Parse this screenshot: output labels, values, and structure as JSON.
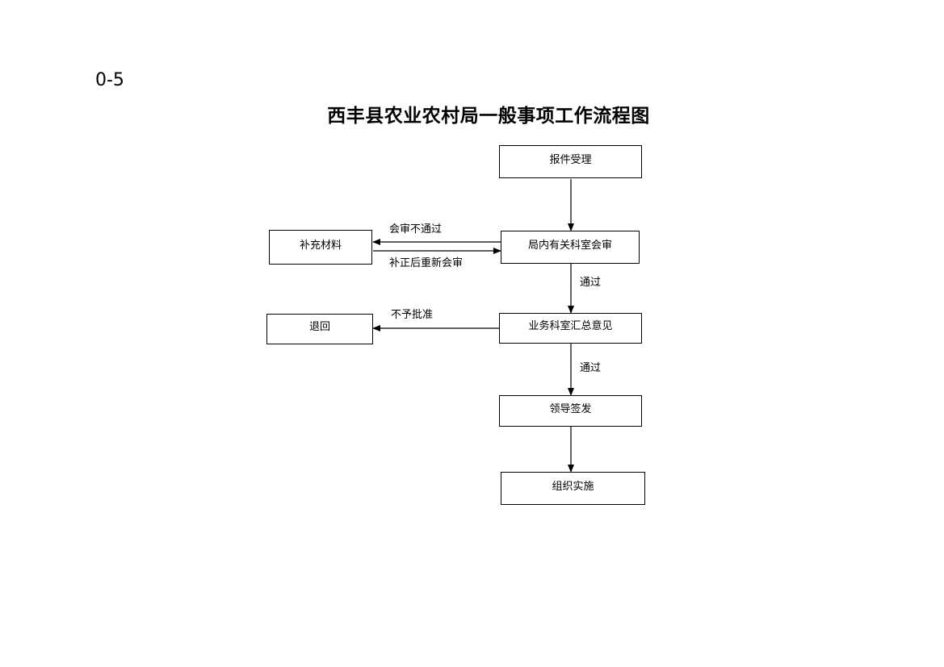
{
  "page": {
    "number": "0-5",
    "title": "西丰县农业农村局一般事项工作流程图"
  },
  "nodes": {
    "accept": "报件受理",
    "review": "局内有关科室会审",
    "supplement": "补充材料",
    "summary": "业务科室汇总意见",
    "return": "退回",
    "sign": "领导签发",
    "implement": "组织实施"
  },
  "edges": {
    "review_fail": "会审不通过",
    "resubmit": "补正后重新会审",
    "pass_1": "通过",
    "reject": "不予批准",
    "pass_2": "通过"
  }
}
